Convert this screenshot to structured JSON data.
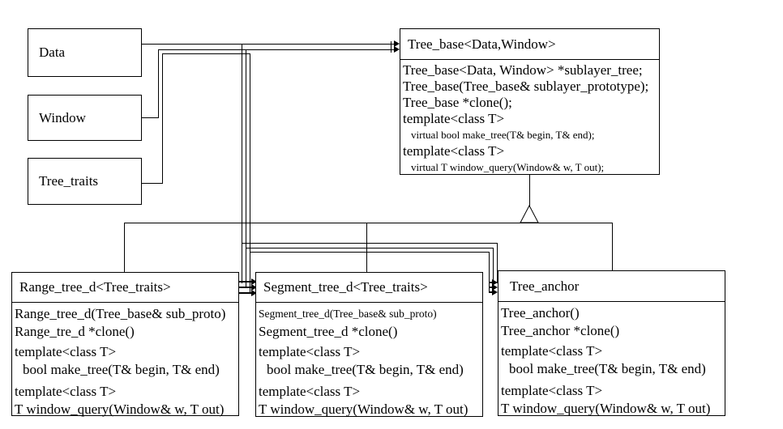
{
  "colors": {
    "line": "#000000",
    "background": "#ffffff",
    "text": "#000000"
  },
  "classes": {
    "data": {
      "title": "Data"
    },
    "window": {
      "title": "Window"
    },
    "tree_traits": {
      "title": "Tree_traits"
    },
    "tree_base": {
      "title": "Tree_base<Data,Window>",
      "members": [
        "Tree_base<Data, Window> *sublayer_tree;",
        "Tree_base(Tree_base& sublayer_prototype);",
        "Tree_base *clone();",
        "template<class T>",
        "virtual bool make_tree(T& begin, T& end);",
        "template<class T>",
        "virtual T window_query(Window& w, T out);"
      ]
    },
    "range_tree_d": {
      "title": "Range_tree_d<Tree_traits>",
      "members": [
        "Range_tree_d(Tree_base& sub_proto)",
        "Range_tre_d *clone()",
        "template<class T>",
        "bool make_tree(T& begin, T& end)",
        "template<class T>",
        "T window_query(Window& w, T out)"
      ]
    },
    "segment_tree_d": {
      "title": "Segment_tree_d<Tree_traits>",
      "members": [
        "Segment_tree_d(Tree_base& sub_proto)",
        "Segment_tree_d *clone()",
        "template<class T>",
        "bool make_tree(T& begin, T& end)",
        "template<class T>",
        "T window_query(Window& w, T out)"
      ]
    },
    "tree_anchor": {
      "title": "Tree_anchor",
      "members": [
        "Tree_anchor()",
        "Tree_anchor *clone()",
        "template<class T>",
        "bool make_tree(T& begin, T& end)",
        "template<class T>",
        "T window_query(Window& w, T out)"
      ]
    }
  }
}
